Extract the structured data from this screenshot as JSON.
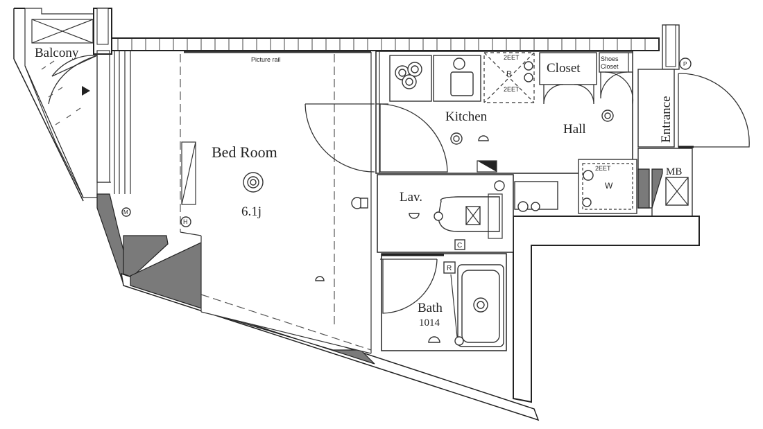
{
  "labels": {
    "balcony": "Balcony",
    "picture_rail": "Picture rail",
    "bed_room": "Bed Room",
    "bed_room_size": "6.1j",
    "kitchen": "Kitchen",
    "closet": "Closet",
    "shoes_closet_1": "Shoes",
    "shoes_closet_2": "Closet",
    "hall": "Hall",
    "entrance": "Entrance",
    "lav": "Lav.",
    "bath": "Bath",
    "bath_size": "1014",
    "mb": "MB",
    "washer_w": "W",
    "marker_2eet_a": "2EET",
    "marker_2eet_b": "2EET",
    "marker_2eet_c": "2EET",
    "marker_r": "R",
    "marker_r2": "R",
    "marker_c": "C",
    "marker_m": "M",
    "marker_h": "H",
    "marker_p": "P"
  }
}
